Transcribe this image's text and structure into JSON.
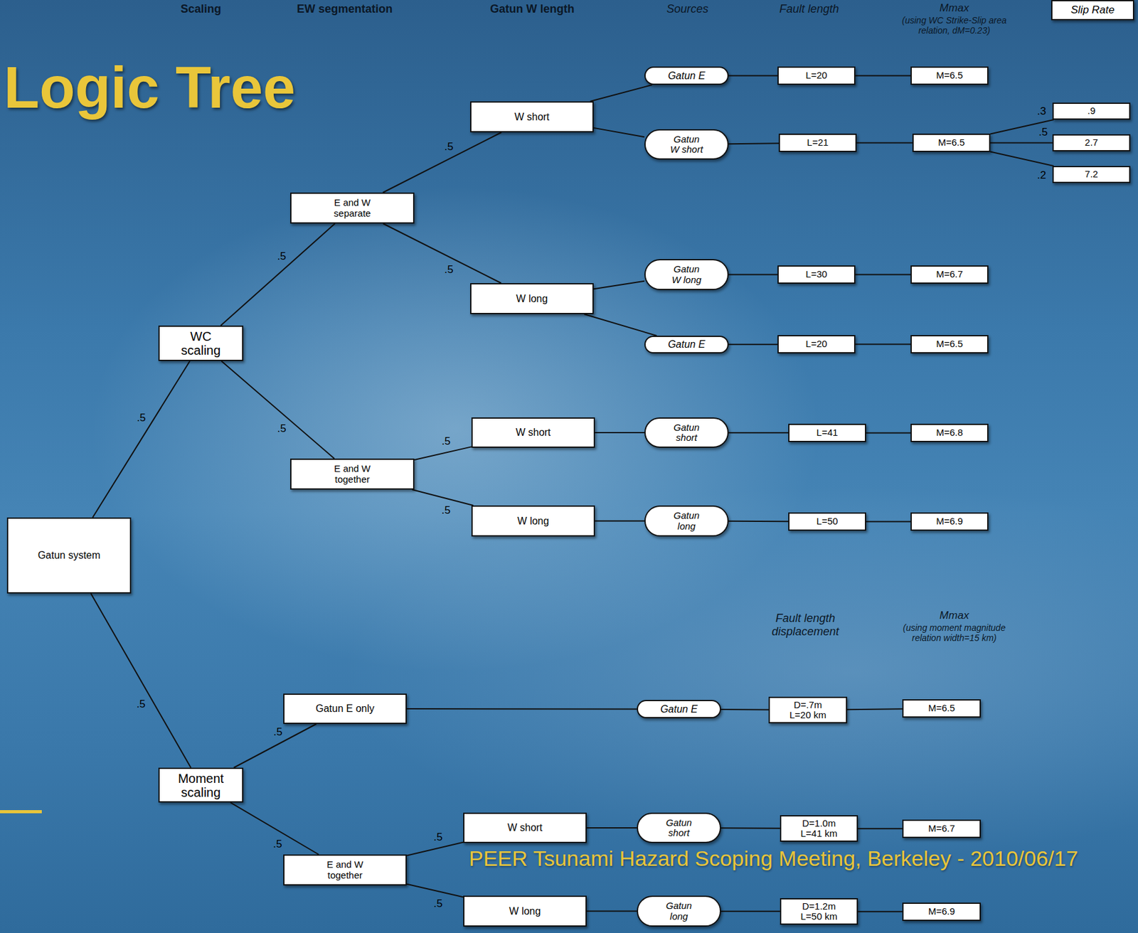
{
  "diagram": {
    "title": "Logic Tree",
    "nodes": [
      {
        "text": [
          "Gatun system"
        ]
      },
      {
        "text": [
          "WC scaling"
        ]
      },
      {
        "text": [
          "E and W separate"
        ]
      },
      {
        "text": [
          "W short"
        ]
      },
      {
        "text": [
          "Gatun E"
        ]
      },
      {
        "text": [
          "L=20"
        ]
      },
      {
        "text": [
          "M=6.5"
        ]
      },
      {
        "text": [
          "Gatun W short"
        ]
      },
      {
        "text": [
          "L=21"
        ]
      },
      {
        "text": [
          "M=6.5"
        ]
      },
      {
        "text": [
          ".9"
        ]
      },
      {
        "text": [
          "2.7"
        ]
      },
      {
        "text": [
          "7.2"
        ]
      },
      {
        "text": [
          "W long"
        ]
      },
      {
        "text": [
          "Gatun W long"
        ]
      },
      {
        "text": [
          "L=30"
        ]
      },
      {
        "text": [
          "M=6.7"
        ]
      },
      {
        "text": [
          "Gatun E"
        ]
      },
      {
        "text": [
          "L=20"
        ]
      },
      {
        "text": [
          "M=6.5"
        ]
      },
      {
        "text": [
          "E and W together"
        ]
      },
      {
        "text": [
          "W short"
        ]
      },
      {
        "text": [
          "Gatun short"
        ]
      },
      {
        "text": [
          "L=41"
        ]
      },
      {
        "text": [
          "M=6.8"
        ]
      },
      {
        "text": [
          "W long"
        ]
      },
      {
        "text": [
          "Gatun long"
        ]
      },
      {
        "text": [
          "L=50"
        ]
      },
      {
        "text": [
          "M=6.9"
        ]
      },
      {
        "text": [
          "Moment scaling"
        ]
      },
      {
        "text": [
          "Gatun E only"
        ]
      },
      {
        "text": [
          "Gatun E"
        ]
      },
      {
        "text": [
          "D=.7m L=20 km"
        ]
      },
      {
        "text": [
          "M=6.5"
        ]
      },
      {
        "text": [
          "E and W together"
        ]
      },
      {
        "text": [
          "W short"
        ]
      },
      {
        "text": [
          "Gatun short"
        ]
      },
      {
        "text": [
          "D=1.0m L=41 km"
        ]
      },
      {
        "text": [
          "M=6.7"
        ]
      },
      {
        "text": [
          "W long"
        ]
      },
      {
        "text": [
          "Gatun long"
        ]
      },
      {
        "text": [
          "D=1.2m L=50 km"
        ]
      },
      {
        "text": [
          "M=6.9"
        ]
      },
      {
        "text": [
          "Slip Rate"
        ]
      }
    ],
    "edges": [
      {
        "from": 0,
        "to": 1,
        "arrow": "none",
        "label": ".5"
      },
      {
        "from": 0,
        "to": 29,
        "arrow": "none",
        "label": ".5"
      },
      {
        "from": 1,
        "to": 2,
        "arrow": "none",
        "label": ".5"
      },
      {
        "from": 1,
        "to": 20,
        "arrow": "none",
        "label": ".5"
      },
      {
        "from": 2,
        "to": 3,
        "arrow": "none",
        "label": ".5"
      },
      {
        "from": 2,
        "to": 13,
        "arrow": "none",
        "label": ".5"
      },
      {
        "from": 3,
        "to": 4,
        "arrow": "none"
      },
      {
        "from": 3,
        "to": 7,
        "arrow": "none"
      },
      {
        "from": 4,
        "to": 5,
        "arrow": "none"
      },
      {
        "from": 5,
        "to": 6,
        "arrow": "none"
      },
      {
        "from": 7,
        "to": 8,
        "arrow": "none"
      },
      {
        "from": 8,
        "to": 9,
        "arrow": "none"
      },
      {
        "from": 9,
        "to": 10,
        "arrow": "none",
        "label": ".3"
      },
      {
        "from": 9,
        "to": 11,
        "arrow": "none",
        "label": ".5"
      },
      {
        "from": 9,
        "to": 12,
        "arrow": "none",
        "label": ".2"
      },
      {
        "from": 13,
        "to": 14,
        "arrow": "none"
      },
      {
        "from": 13,
        "to": 17,
        "arrow": "none"
      },
      {
        "from": 14,
        "to": 15,
        "arrow": "none"
      },
      {
        "from": 15,
        "to": 16,
        "arrow": "none"
      },
      {
        "from": 17,
        "to": 18,
        "arrow": "none"
      },
      {
        "from": 18,
        "to": 19,
        "arrow": "none"
      },
      {
        "from": 20,
        "to": 21,
        "arrow": "none",
        "label": ".5"
      },
      {
        "from": 20,
        "to": 25,
        "arrow": "none",
        "label": ".5"
      },
      {
        "from": 21,
        "to": 22,
        "arrow": "none"
      },
      {
        "from": 22,
        "to": 23,
        "arrow": "none"
      },
      {
        "from": 23,
        "to": 24,
        "arrow": "none"
      },
      {
        "from": 25,
        "to": 26,
        "arrow": "none"
      },
      {
        "from": 26,
        "to": 27,
        "arrow": "none"
      },
      {
        "from": 27,
        "to": 28,
        "arrow": "none"
      },
      {
        "from": 29,
        "to": 30,
        "arrow": "none",
        "label": ".5"
      },
      {
        "from": 29,
        "to": 34,
        "arrow": "none",
        "label": ".5"
      },
      {
        "from": 30,
        "to": 31,
        "arrow": "none"
      },
      {
        "from": 31,
        "to": 32,
        "arrow": "none"
      },
      {
        "from": 32,
        "to": 33,
        "arrow": "none"
      },
      {
        "from": 34,
        "to": 35,
        "arrow": "none",
        "label": ".5"
      },
      {
        "from": 34,
        "to": 39,
        "arrow": "none",
        "label": ".5"
      },
      {
        "from": 35,
        "to": 36,
        "arrow": "none"
      },
      {
        "from": 36,
        "to": 37,
        "arrow": "none"
      },
      {
        "from": 37,
        "to": 38,
        "arrow": "none"
      },
      {
        "from": 39,
        "to": 40,
        "arrow": "none"
      },
      {
        "from": 40,
        "to": 41,
        "arrow": "none"
      },
      {
        "from": 41,
        "to": 42,
        "arrow": "none"
      }
    ],
    "labels": [
      "Scaling",
      "EW segmentation",
      "Gatun W length",
      "Sources",
      "Fault length",
      "Mmax",
      "(using WC Strike-Slip area relation, dM=0.23)",
      "Fault length displacement",
      "Mmax",
      "(using moment magnitude relation width=15 km)",
      "PEER Tsunami Hazard Scoping Meeting, Berkeley - 2010/06/17"
    ]
  }
}
